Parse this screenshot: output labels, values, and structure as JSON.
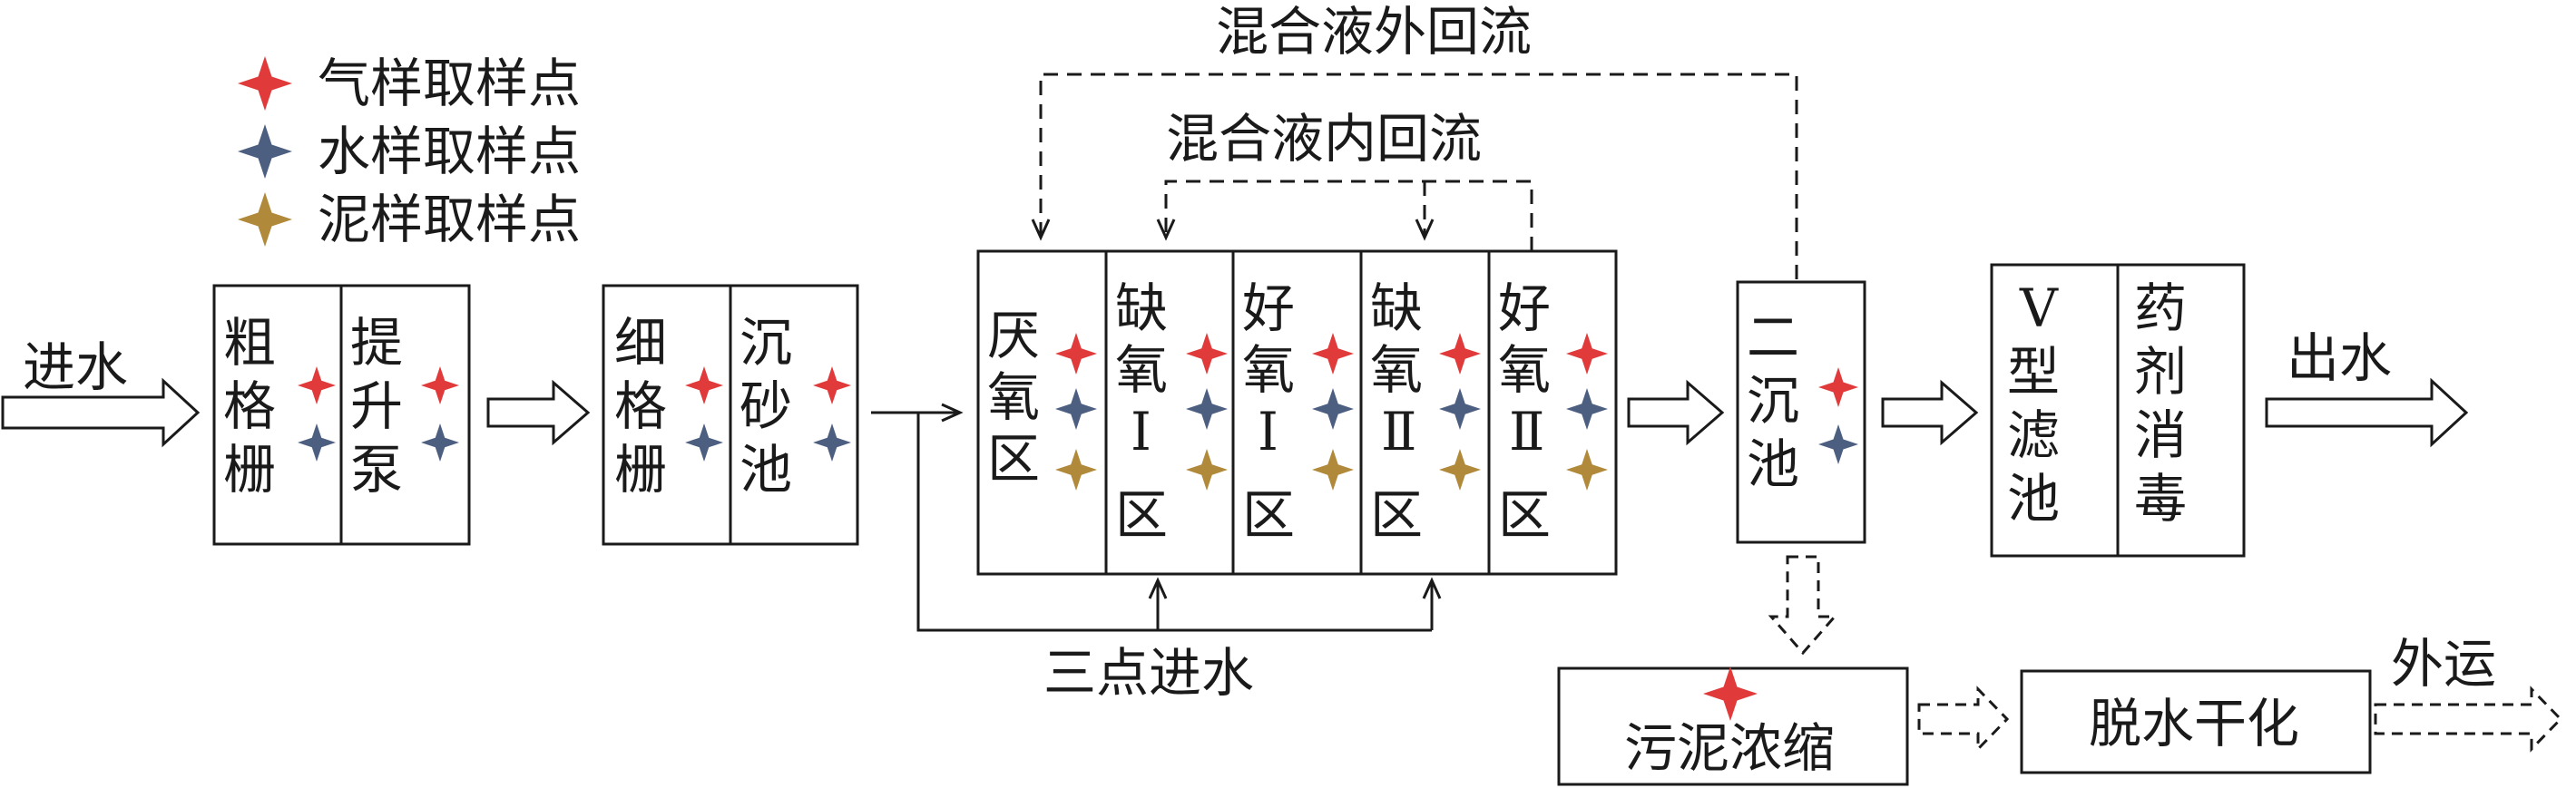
{
  "colors": {
    "gas": "#e03a3a",
    "water": "#4d5f80",
    "sludge": "#b0893a",
    "stroke": "#1a1a1a"
  },
  "legend": [
    {
      "icon": "red-star-icon",
      "color": "#e03a3a",
      "label": "气样取样点"
    },
    {
      "icon": "blue-star-icon",
      "color": "#4d5f80",
      "label": "水样取样点"
    },
    {
      "icon": "gold-star-icon",
      "color": "#b0893a",
      "label": "泥样取样点"
    }
  ],
  "labels": {
    "inflow": "进水",
    "outflow": "出水",
    "external_recycle": "混合液外回流",
    "internal_recycle": "混合液内回流",
    "three_point_inflow": "三点进水",
    "export": "外运"
  },
  "units": {
    "coarse_screen": [
      "粗",
      "格",
      "栅"
    ],
    "lift_pump": [
      "提",
      "升",
      "泵"
    ],
    "fine_screen": [
      "细",
      "格",
      "栅"
    ],
    "grit_chamber": [
      "沉",
      "砂",
      "池"
    ],
    "anaerobic": [
      "厌",
      "氧",
      "区"
    ],
    "anoxic_1": [
      "缺",
      "氧",
      "Ⅰ",
      "区"
    ],
    "aerobic_1": [
      "好",
      "氧",
      "Ⅰ",
      "区"
    ],
    "anoxic_2": [
      "缺",
      "氧",
      "Ⅱ",
      "区"
    ],
    "aerobic_2": [
      "好",
      "氧",
      "Ⅱ",
      "区"
    ],
    "secondary_clarifier": [
      "二",
      "沉",
      "池"
    ],
    "v_filter": [
      "V",
      "型",
      "滤",
      "池"
    ],
    "disinfection": [
      "药",
      "剂",
      "消",
      "毒"
    ],
    "sludge_thickening": "污泥浓缩",
    "dewatering": "脱水干化"
  }
}
